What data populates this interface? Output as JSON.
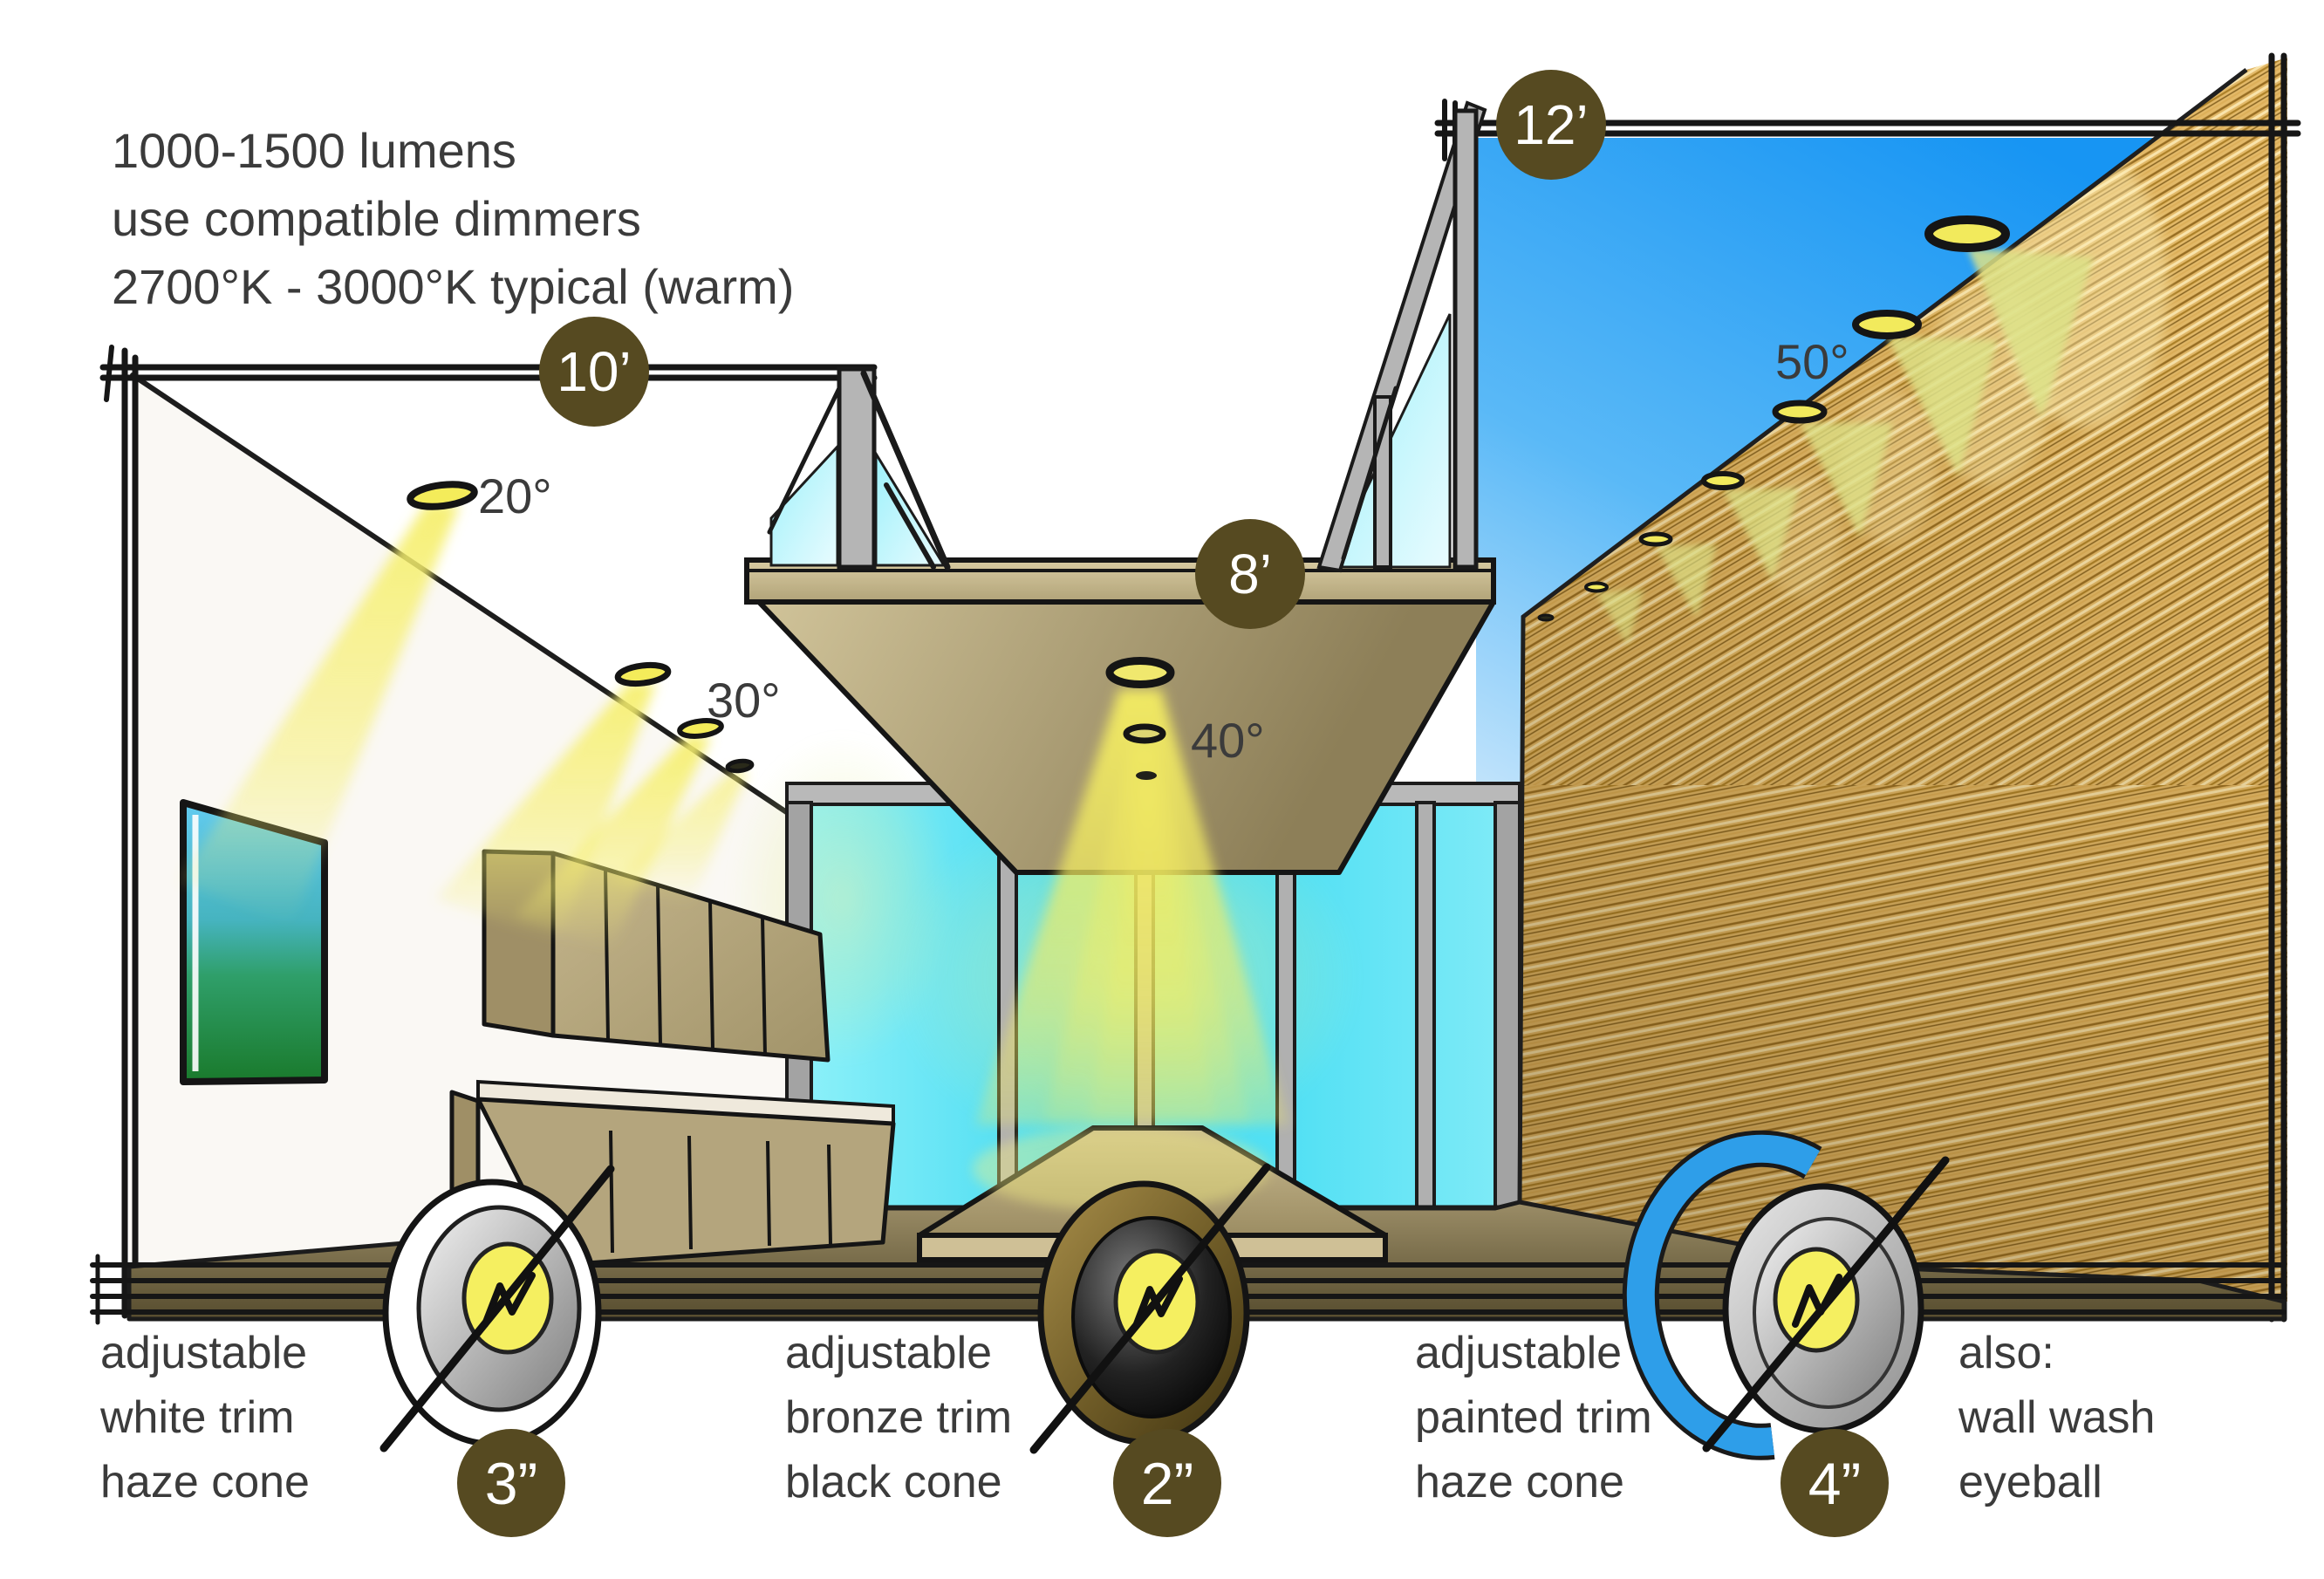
{
  "title_note": {
    "l1": "1000-1500 lumens",
    "l2": "use compatible dimmers",
    "l3": "2700°K - 3000°K typical (warm)"
  },
  "ceiling_heights": {
    "left": "10’",
    "center": "8’",
    "right": "12’"
  },
  "beam_angles": {
    "narrow": "20°",
    "medium": "30°",
    "wide": "40°",
    "high": "50°"
  },
  "fixtures": {
    "white": {
      "l1": "adjustable",
      "l2": "white trim",
      "l3": "haze cone",
      "size": "3”"
    },
    "bronze": {
      "l1": "adjustable",
      "l2": "bronze trim",
      "l3": "black cone",
      "size": "2”"
    },
    "painted": {
      "l1": "adjustable",
      "l2": "painted trim",
      "l3": "haze cone",
      "size": "4”"
    }
  },
  "also_note": {
    "l1": "also:",
    "l2": "wall wash",
    "l3": "eyeball"
  },
  "colors": {
    "badge": "#564a21",
    "label": "#3b3b3b",
    "sky": "#1795f3",
    "glass": "#4bdcf2",
    "wood": "#e2b765",
    "floor": "#6e6142",
    "beam": "#f4ee6a",
    "paint_blue": "#2e9ee9",
    "bulb": "#f5ef60"
  }
}
